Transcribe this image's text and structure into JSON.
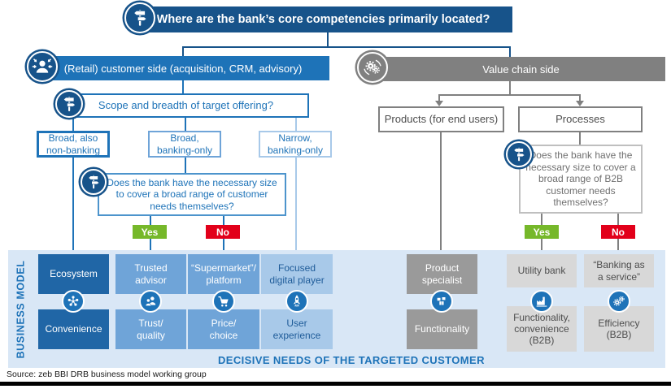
{
  "palette": {
    "navy": "#17538A",
    "blue": "#1E73B8",
    "medium_blue": "#6FA4D8",
    "light_blue": "#A8C9E9",
    "panel_blue": "#D9E7F6",
    "gray": "#808080",
    "dark_gray_box": "#9A9A9A",
    "light_gray_box": "#D8D8D8",
    "green": "#76B82A",
    "red": "#E2001A"
  },
  "header": {
    "question": "Where are the bank’s core competencies primarily located?"
  },
  "customer_branch": {
    "title": "(Retail) customer side (acquisition, CRM, advisory)",
    "scope_question": "Scope and breadth of target offering?",
    "options": [
      {
        "label": "Broad, also\nnon-banking"
      },
      {
        "label": "Broad,\nbanking-only"
      },
      {
        "label": "Narrow,\nbanking-only"
      }
    ],
    "size_question": "Does the bank have the necessary size to cover a broad range of customer needs themselves?",
    "yes": "Yes",
    "no": "No"
  },
  "value_chain_branch": {
    "title": "Value chain side",
    "products_option": "Products (for end users)",
    "processes_option": "Processes",
    "size_question": "Does the bank have the necessary size to cover a broad range of B2B customer needs themselves?",
    "yes": "Yes",
    "no": "No"
  },
  "business_model_panel": {
    "axis_label": "BUSINESS MODEL",
    "columns": [
      {
        "model": "Ecosystem",
        "icon": "network-icon",
        "need": "Convenience"
      },
      {
        "model": "Trusted\nadvisor",
        "icon": "advisor-icon",
        "need": "Trust/\nquality"
      },
      {
        "model": "“Supermarket”/\nplatform",
        "icon": "cart-icon",
        "need": "Price/\nchoice"
      },
      {
        "model": "Focused\ndigital player",
        "icon": "rocket-icon",
        "need": "User\nexperience"
      },
      {
        "model": "Product\nspecialist",
        "icon": "packages-icon",
        "need": "Functionality"
      },
      {
        "model": "Utility bank",
        "icon": "factory-icon",
        "need": "Functionality,\nconvenience\n(B2B)"
      },
      {
        "model": "“Banking as\na service”",
        "icon": "gears-icon",
        "need": "Efficiency\n(B2B)"
      }
    ],
    "footer_label": "DECISIVE NEEDS OF THE TARGETED CUSTOMER"
  },
  "source_note": "Source: zeb BBI DRB business model working group"
}
